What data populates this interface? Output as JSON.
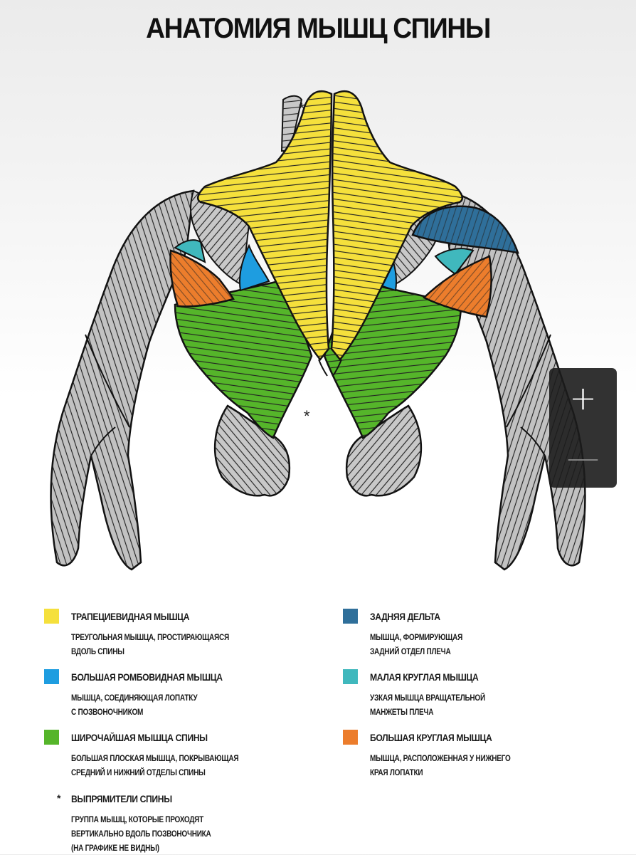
{
  "title": "АНАТОМИЯ МЫШЦ СПИНЫ",
  "diagram": {
    "star_mark": "*"
  },
  "legend": {
    "items": [
      {
        "key": "trapezius",
        "color": "#f5e03c",
        "name": "ТРАПЕЦИЕВИДНАЯ МЫШЦА",
        "desc": "ТРЕУГОЛЬНАЯ МЫШЦА, ПРОСТИРАЮЩАЯСЯ\nВДОЛЬ СПИНЫ"
      },
      {
        "key": "rhomboid",
        "color": "#1e9de0",
        "name": "БОЛЬШАЯ РОМБОВИДНАЯ МЫШЦА",
        "desc": "МЫШЦА, СОЕДИНЯЮЩАЯ ЛОПАТКУ\nС ПОЗВОНОЧНИКОМ"
      },
      {
        "key": "latissimus",
        "color": "#55b52a",
        "name": "ШИРОЧАЙШАЯ МЫШЦА СПИНЫ",
        "desc": "БОЛЬШАЯ ПЛОСКАЯ МЫШЦА, ПОКРЫВАЮЩАЯ\nСРЕДНИЙ И НИЖНИЙ ОТДЕЛЫ СПИНЫ"
      },
      {
        "key": "posterior_delt",
        "color": "#2f6f9a",
        "name": "ЗАДНЯЯ ДЕЛЬТА",
        "desc": "МЫШЦА, ФОРМИРУЮЩАЯ\nЗАДНИЙ ОТДЕЛ ПЛЕЧА"
      },
      {
        "key": "teres_minor",
        "color": "#40b8bd",
        "name": "МАЛАЯ КРУГЛАЯ МЫШЦА",
        "desc": "УЗКАЯ МЫШЦА ВРАЩАТЕЛЬНОЙ\nМАНЖЕТЫ ПЛЕЧА"
      },
      {
        "key": "teres_major",
        "color": "#ec7d2c",
        "name": "БОЛЬШАЯ КРУГЛАЯ МЫШЦА",
        "desc": "МЫШЦА, РАСПОЛОЖЕННАЯ У НИЖНЕГО\nКРАЯ ЛОПАТКИ"
      }
    ],
    "footnote": {
      "mark": "*",
      "name": "ВЫПРЯМИТЕЛИ СПИНЫ",
      "desc": "ГРУППА МЫШЦ, КОТОРЫЕ ПРОХОДЯТ\nВЕРТИКАЛЬНО ВДОЛЬ ПОЗВОНОЧНИКА\n(НА ГРАФИКЕ НЕ ВИДНЫ)"
    }
  },
  "zoom": {
    "plus": "+",
    "minus": "—",
    "plus_icon": "zoom-in-icon",
    "minus_icon": "zoom-out-icon"
  }
}
